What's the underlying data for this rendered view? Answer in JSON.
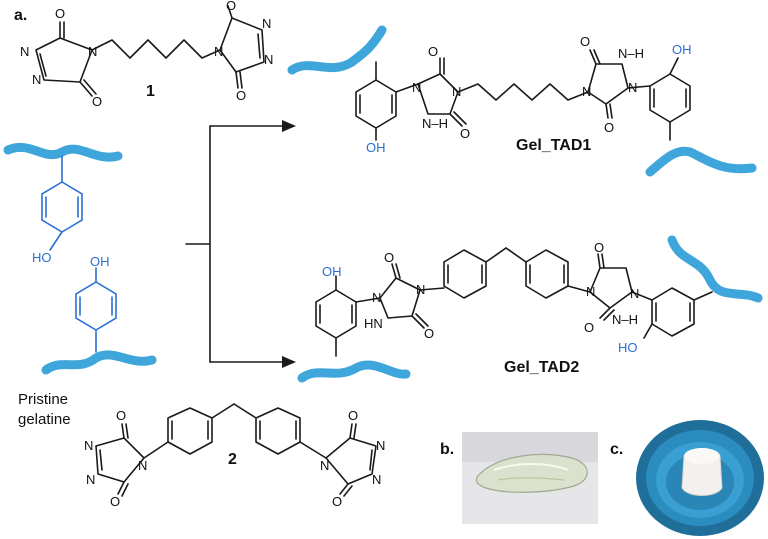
{
  "panel_labels": {
    "a": "a.",
    "b": "b.",
    "c": "c."
  },
  "compounds": {
    "c1": "1",
    "c2": "2",
    "gel1": "Gel_TAD1",
    "gel2": "Gel_TAD2"
  },
  "pristine": {
    "line1": "Pristine",
    "line2": "gelatine"
  },
  "atoms": {
    "O": "O",
    "N": "N",
    "NH": "NH",
    "HN": "HN",
    "N_H": "N–H",
    "OH": "OH",
    "HO": "HO"
  },
  "colors": {
    "chain": "#3fa6dc",
    "blue_atoms": "#2a6fd6",
    "bonds": "#1a1a1a"
  },
  "photos": {
    "b": "clear gel sample on white",
    "c": "white hydrogel in blue bottle cap"
  }
}
